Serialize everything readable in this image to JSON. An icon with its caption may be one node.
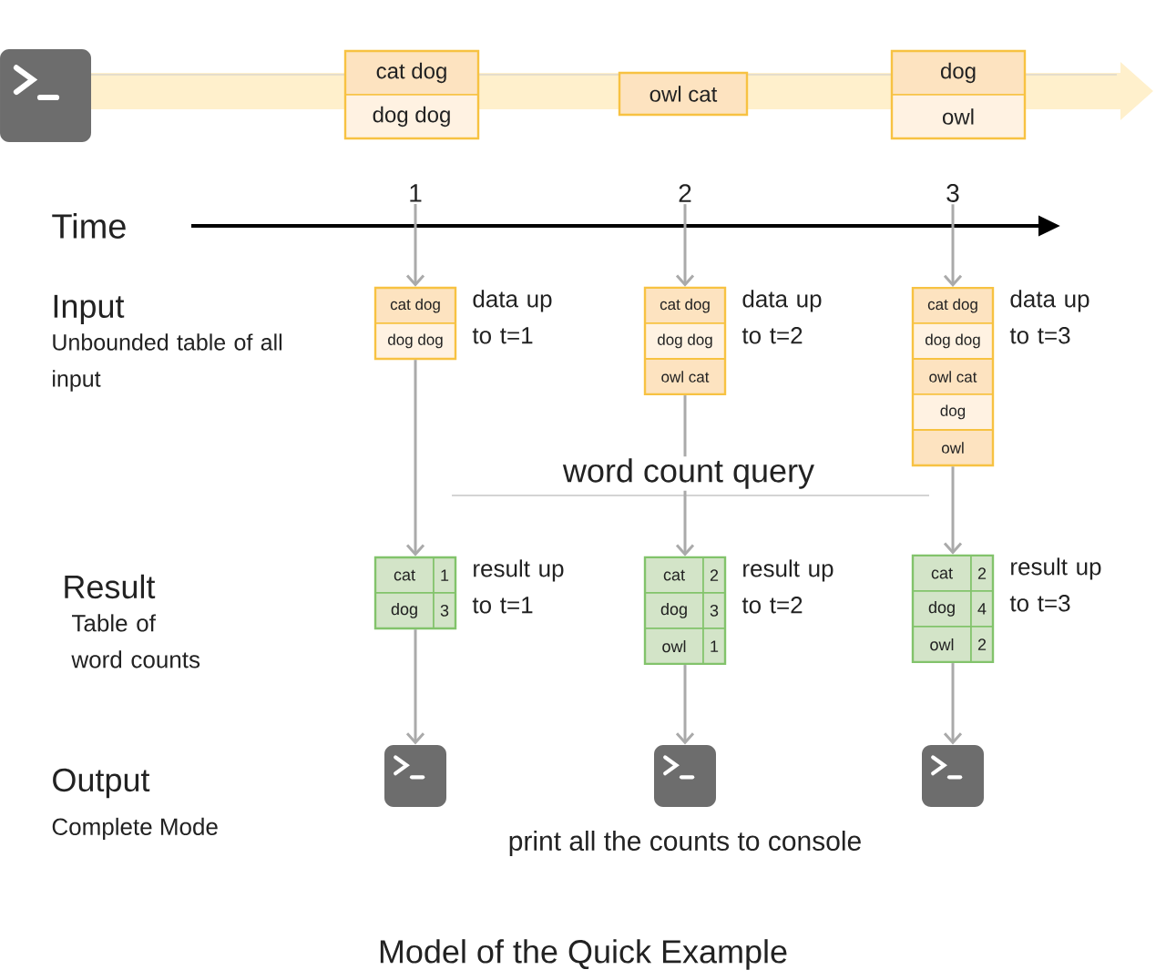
{
  "diagram": {
    "caption": "Model of the Quick Example",
    "nodes": [
      {
        "text": [
          "cat dog",
          "dog dog"
        ]
      },
      {
        "text": [
          "owl cat"
        ]
      },
      {
        "text": [
          "dog",
          "owl"
        ]
      },
      {
        "text": [
          "cat dog",
          "dog dog"
        ],
        "beside": [
          "data up to t=1"
        ]
      },
      {
        "text": [
          "cat dog",
          "dog dog",
          "owl cat"
        ],
        "beside": [
          "data up to t=2"
        ]
      },
      {
        "text": [
          "cat dog",
          "dog dog",
          "owl cat",
          "dog",
          "owl"
        ],
        "beside": [
          "data up to t=3"
        ]
      },
      {
        "text": [
          "cat",
          "1",
          "dog",
          "3"
        ],
        "beside": [
          "result up to t=1"
        ]
      },
      {
        "text": [
          "cat",
          "2",
          "dog",
          "3",
          "owl",
          "1"
        ],
        "beside": [
          "result up to t=2"
        ]
      },
      {
        "text": [
          "cat",
          "2",
          "dog",
          "4",
          "owl",
          "2"
        ],
        "beside": [
          "result up to t=3"
        ]
      },
      {
        "text": [],
        "shape": "box"
      },
      {
        "text": [],
        "shape": "box"
      },
      {
        "text": [],
        "shape": "box"
      },
      {
        "text": [
          "1"
        ]
      },
      {
        "text": [
          "2"
        ]
      },
      {
        "text": [
          "3"
        ]
      }
    ],
    "edges": [
      {
        "from": 12,
        "to": 3,
        "arrow": "to"
      },
      {
        "from": 13,
        "to": 4,
        "arrow": "to"
      },
      {
        "from": 14,
        "to": 5,
        "arrow": "to"
      },
      {
        "from": 3,
        "to": 6,
        "arrow": "to"
      },
      {
        "from": 4,
        "to": 7,
        "arrow": "to"
      },
      {
        "from": 5,
        "to": 8,
        "arrow": "to"
      },
      {
        "from": 6,
        "to": 9,
        "arrow": "to"
      },
      {
        "from": 7,
        "to": 10,
        "arrow": "to"
      },
      {
        "from": 8,
        "to": 11,
        "arrow": "to"
      }
    ],
    "labels": [
      "Time",
      "Input",
      "Unbounded table of all input",
      "word count query",
      "Result",
      "Table of word counts",
      "Output",
      "Complete Mode",
      "print all the counts to console"
    ]
  }
}
